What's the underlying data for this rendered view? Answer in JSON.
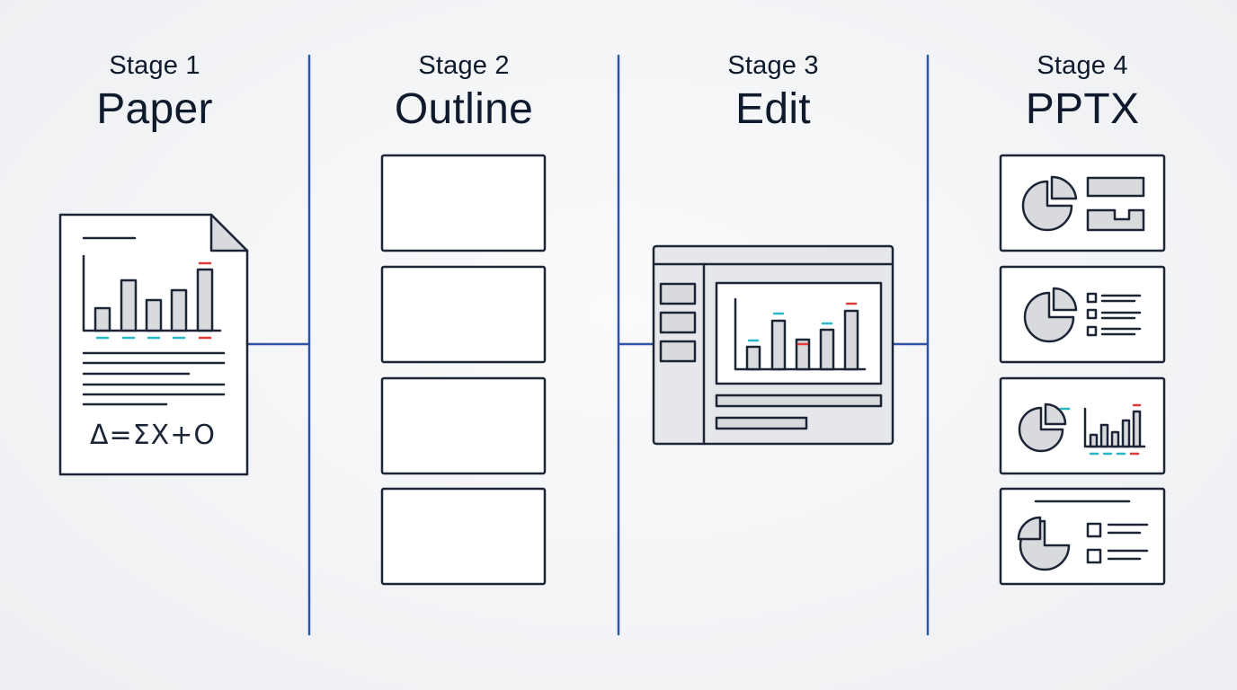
{
  "colors": {
    "divider": "#2f55a4",
    "outline": "#1b2536",
    "panel_fill": "#ffffff",
    "gray_fill": "#d8dadd",
    "accent_teal": "#29b7c6",
    "accent_red": "#e03a3a",
    "background": "#f3f4f6"
  },
  "stages": [
    {
      "number": "Stage 1",
      "name": "Paper"
    },
    {
      "number": "Stage 2",
      "name": "Outline"
    },
    {
      "number": "Stage 3",
      "name": "Edit"
    },
    {
      "number": "Stage 4",
      "name": "PPTX"
    }
  ],
  "paper": {
    "formula": "Δ=ΣX+O"
  },
  "icons": {
    "paper": "document-with-chart-icon",
    "outline": "outline-slide-placeholders",
    "edit": "slide-editor-window-icon",
    "pptx": "generated-slide-thumbnails"
  }
}
